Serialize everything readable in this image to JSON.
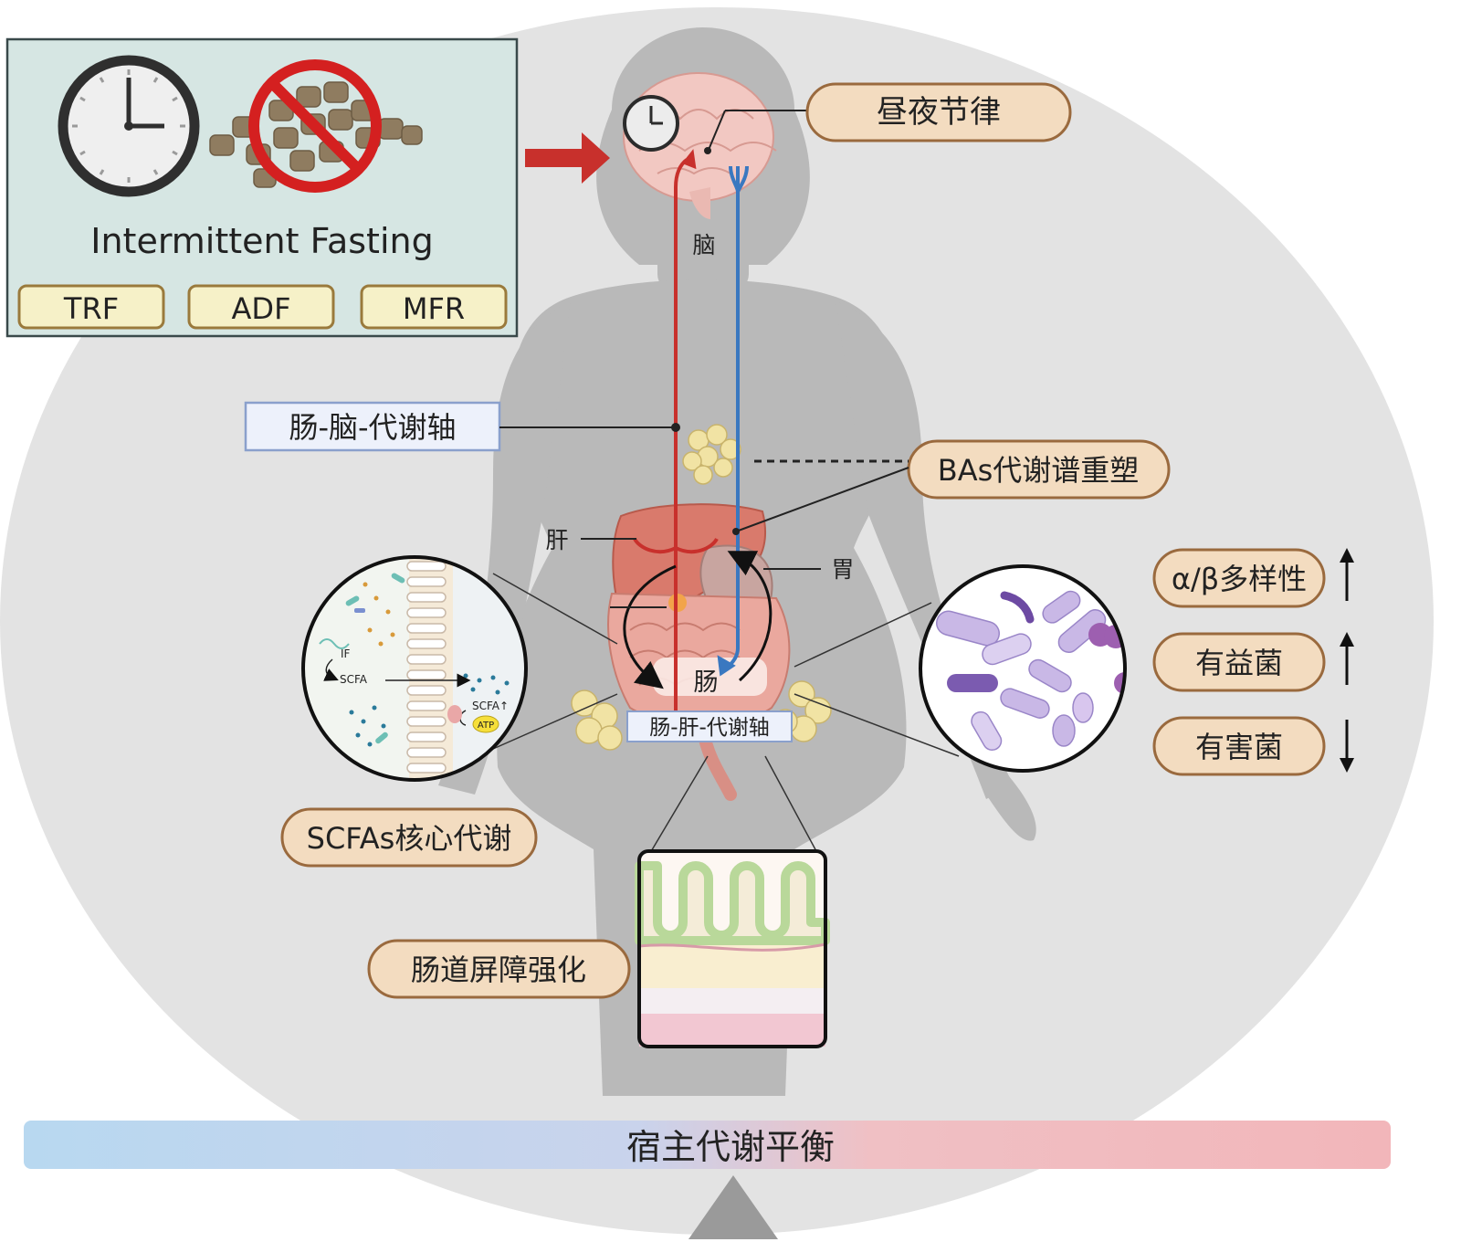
{
  "fasting_panel": {
    "title": "Intermittent Fasting",
    "modes": [
      "TRF",
      "ADF",
      "MFR"
    ]
  },
  "labels": {
    "circadian": "昼夜节律",
    "brain": "脑",
    "gut_brain_axis": "肠-脑-代谢轴",
    "bile_acids": "BAs代谢谱重塑",
    "liver": "肝",
    "stomach": "胃",
    "intestine": "肠",
    "gut_liver_axis": "肠-肝-代谢轴",
    "scfa_core": "SCFAs核心代谢",
    "barrier": "肠道屏障强化",
    "balance": "宿主代谢平衡"
  },
  "microbiota": [
    {
      "label": "α/β多样性",
      "trend": "up"
    },
    {
      "label": "有益菌",
      "trend": "up"
    },
    {
      "label": "有害菌",
      "trend": "down"
    }
  ],
  "scfa_inset": {
    "if": "IF",
    "scfa": "SCFA",
    "scfa_up": "SCFA↑",
    "atp": "ATP"
  },
  "colors": {
    "red_pathway": "#c8302c",
    "blue_pathway": "#3a78c0",
    "pill_fill": "#f3dcc0",
    "pill_stroke": "#9a6a3e",
    "panel_fill": "#d6e6e3",
    "mode_fill": "#f6f1c8"
  }
}
